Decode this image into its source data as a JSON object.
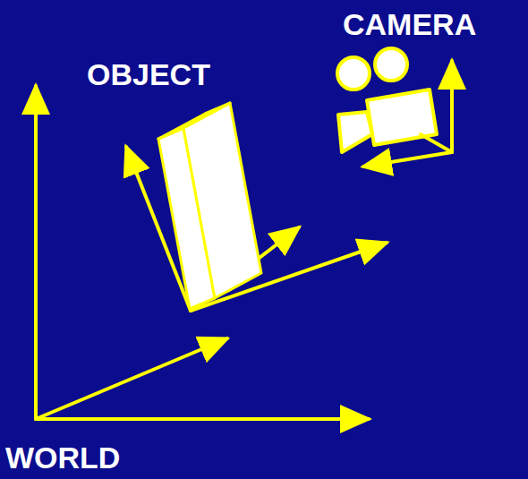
{
  "diagram": {
    "labels": [
      "CAMERA",
      "OBJECT",
      "WORLD"
    ]
  }
}
